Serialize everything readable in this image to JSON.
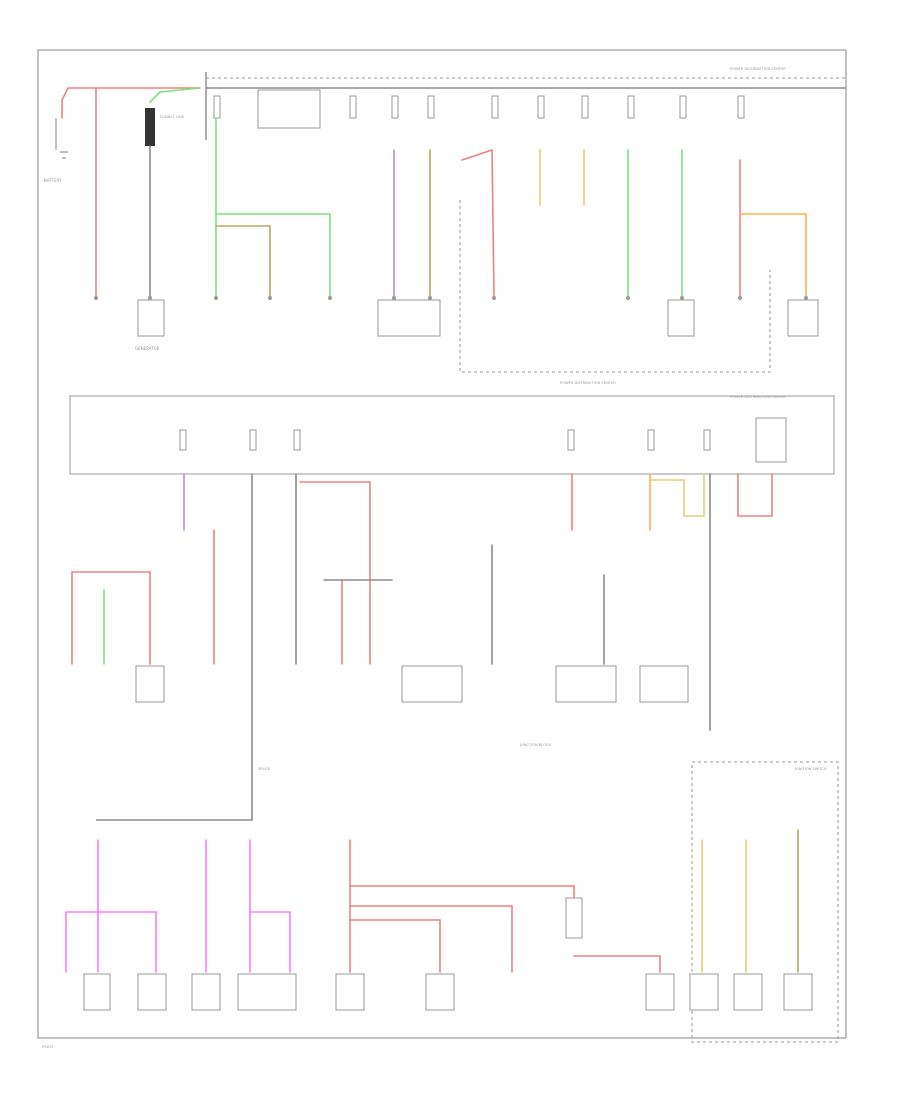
{
  "diagram": {
    "labels": {
      "pdc_top": "POWER DISTRIBUTION CENTER",
      "pdc_mid": "POWER DISTRIBUTION CENTER",
      "pdc_lower": "POWER DISTRIBUTION CENTER",
      "battery": "BATTERY",
      "generator": "GENERATOR",
      "fusible_link": "FUSIBLE LINK",
      "splice": "SPLICE",
      "ignition_switch": "IGNITION SWITCH",
      "junction_block": "JUNCTION BLOCK",
      "bottom_left": "P/DIST"
    },
    "colors": {
      "gray": "#8a8a8a",
      "red": "#f08080",
      "green": "#7ee07e",
      "pink": "#ff7ff0",
      "orange": "#ffb050",
      "yellow": "#e6cf7a"
    }
  }
}
